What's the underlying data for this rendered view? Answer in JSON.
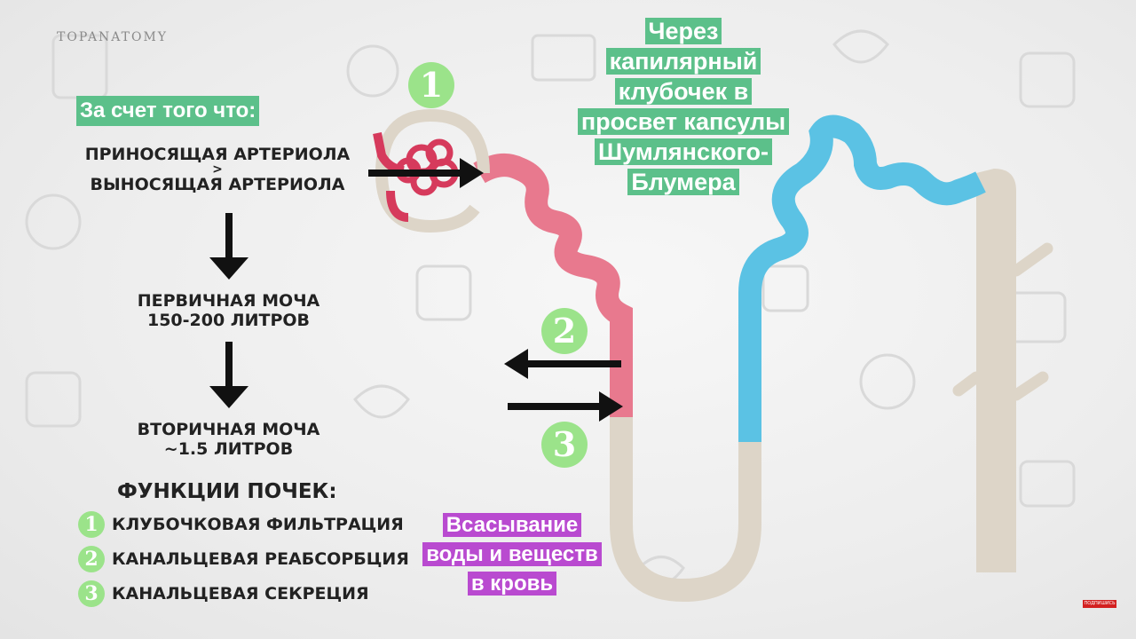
{
  "brand": {
    "logo_text": "TOPANATOMY"
  },
  "left_panel": {
    "highlight_label": "За счет того что:",
    "line1": "ПРИНОСЯЩАЯ АРТЕРИОЛА",
    "comparator": ">",
    "line2": "ВЫНОСЯЩАЯ АРТЕРИОЛА",
    "primary_urine_title": "ПЕРВИЧНАЯ МОЧА",
    "primary_urine_volume": "150-200 ЛИТРОВ",
    "secondary_urine_title": "ВТОРИЧНАЯ МОЧА",
    "secondary_urine_volume": "~1.5 ЛИТРОВ"
  },
  "functions": {
    "title": "ФУНКЦИИ ПОЧЕК:",
    "items": [
      {
        "number": "1",
        "label": "КЛУБОЧКОВАЯ ФИЛЬТРАЦИЯ"
      },
      {
        "number": "2",
        "label": "КАНАЛЬЦЕВАЯ РЕАБСОРБЦИЯ"
      },
      {
        "number": "3",
        "label": "КАНАЛЬЦЕВАЯ СЕКРЕЦИЯ"
      }
    ]
  },
  "diagram": {
    "markers": {
      "one": "1",
      "two": "2",
      "three": "3"
    },
    "note_top_lines": [
      "Через",
      "капилярный",
      "клубочек в",
      "просвет капсулы",
      "Шумлянского-",
      "Блумера"
    ],
    "note_bottom_lines": [
      "Всасывание",
      "воды и веществ",
      "в кровь"
    ],
    "colors": {
      "proximal": "#e8798e",
      "distal": "#5bc2e4",
      "loop": "#ddd5c8",
      "glomerulus": "#d63a5c",
      "marker": "#9be38a",
      "highlight_green": "#5cc08a",
      "highlight_purple": "#b94ad0"
    }
  },
  "badge": {
    "text": "ПОДПИШИСЬ"
  }
}
